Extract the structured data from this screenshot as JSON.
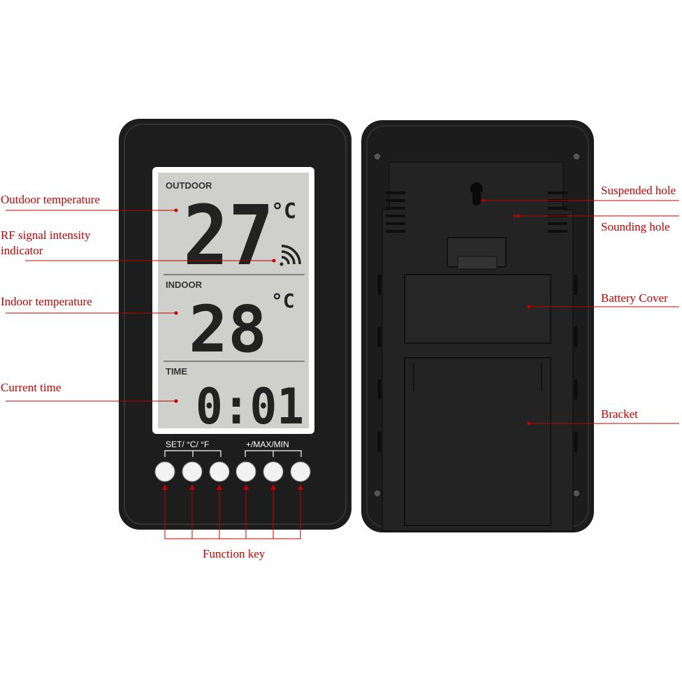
{
  "front": {
    "outdoor_label": "OUTDOOR",
    "outdoor_value": "27",
    "outdoor_unit": "°C",
    "indoor_label": "INDOOR",
    "indoor_value": "28",
    "indoor_unit": "°C",
    "time_label": "TIME",
    "time_value": "0:01",
    "key_label_left": "SET/ °C/ °F",
    "key_label_right": "+/MAX/MIN"
  },
  "callouts": {
    "outdoor_temperature": "Outdoor temperature",
    "rf_signal_line1": "RF signal intensity",
    "rf_signal_line2": "indicator",
    "indoor_temperature": "Indoor temperature",
    "current_time": "Current time",
    "function_key": "Function key",
    "suspended_hole": "Suspended hole",
    "sounding_hole": "Sounding hole",
    "battery_cover": "Battery Cover",
    "bracket": "Bracket"
  },
  "colors": {
    "callout": "#c00000",
    "body": "#1e1e1e",
    "lcd": "#cfd0cc"
  }
}
